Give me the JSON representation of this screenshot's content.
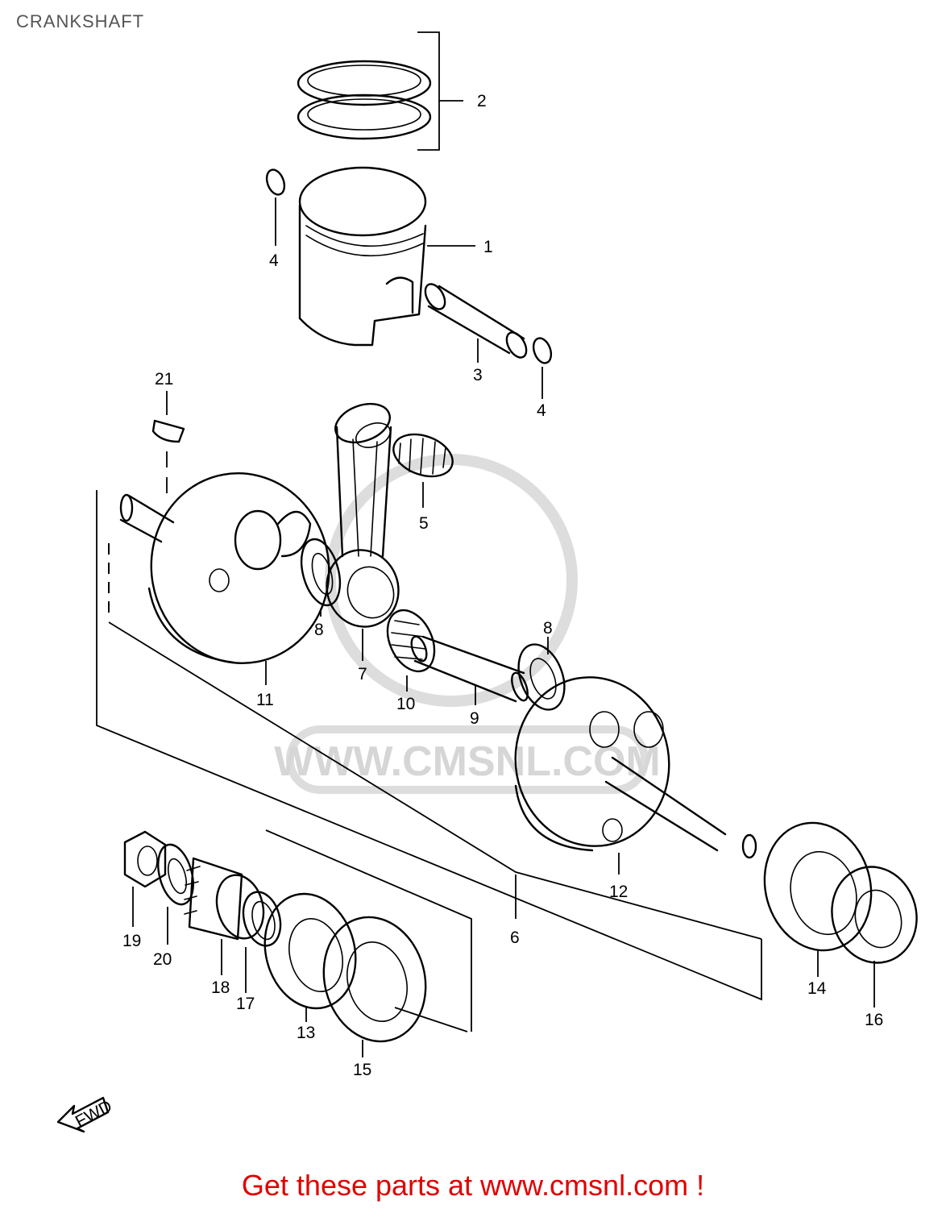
{
  "page": {
    "title": "CRANKSHAFT",
    "footer": "Get these parts at www.cmsnl.com !"
  },
  "watermark": {
    "text": "WWW.CMSNL.COM"
  },
  "direction_marker": {
    "label": "FWD"
  },
  "callouts": {
    "c1": "1",
    "c2": "2",
    "c3": "3",
    "c4a": "4",
    "c4b": "4",
    "c5": "5",
    "c6": "6",
    "c7": "7",
    "c8a": "8",
    "c8b": "8",
    "c9": "9",
    "c10": "10",
    "c11": "11",
    "c12": "12",
    "c13": "13",
    "c14": "14",
    "c15": "15",
    "c16": "16",
    "c17": "17",
    "c18": "18",
    "c19": "19",
    "c20": "20",
    "c21": "21"
  }
}
